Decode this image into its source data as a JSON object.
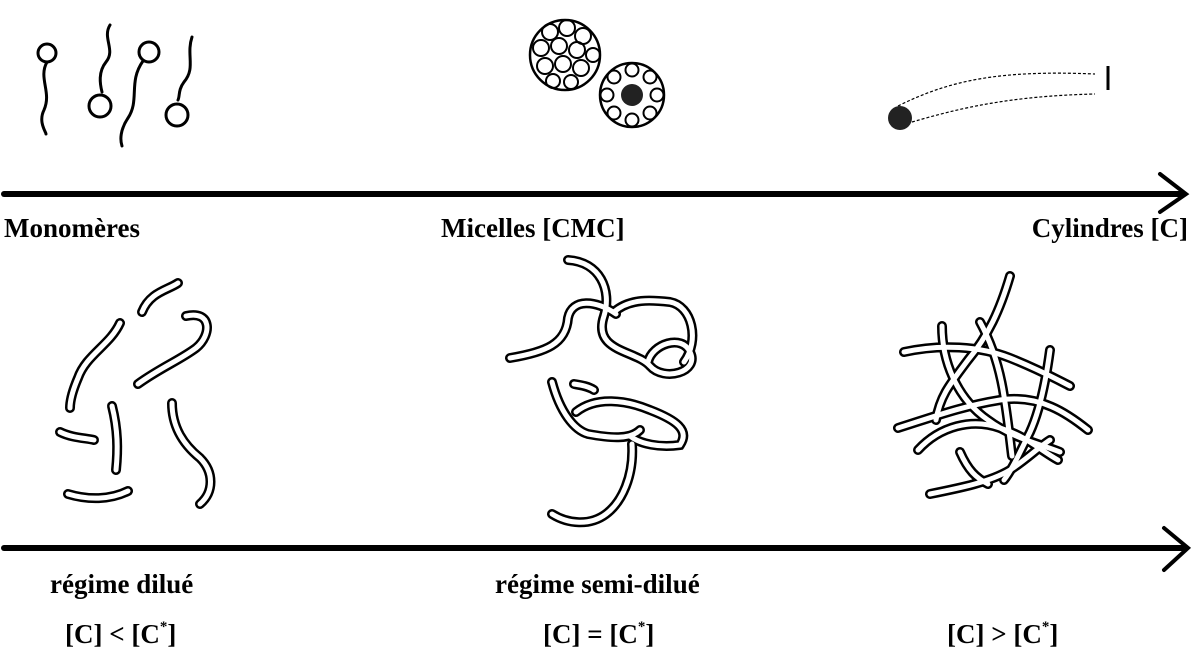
{
  "top_row": {
    "monomers_label": "Monomères",
    "micelles_label": "Micelles [CMC]",
    "cylinders_label": "Cylindres [C]"
  },
  "bottom_row": {
    "dilute_label": "régime dilué",
    "semidilute_label": "régime semi-dilué",
    "eq_lt_left": "[C] < [C",
    "eq_eq_left": "[C] = [C",
    "eq_gt_left": "[C] > [C",
    "star": "*",
    "close_bracket": "]"
  },
  "colors": {
    "ink": "#000000",
    "paper": "#ffffff",
    "micelle_fill": "#222222"
  }
}
